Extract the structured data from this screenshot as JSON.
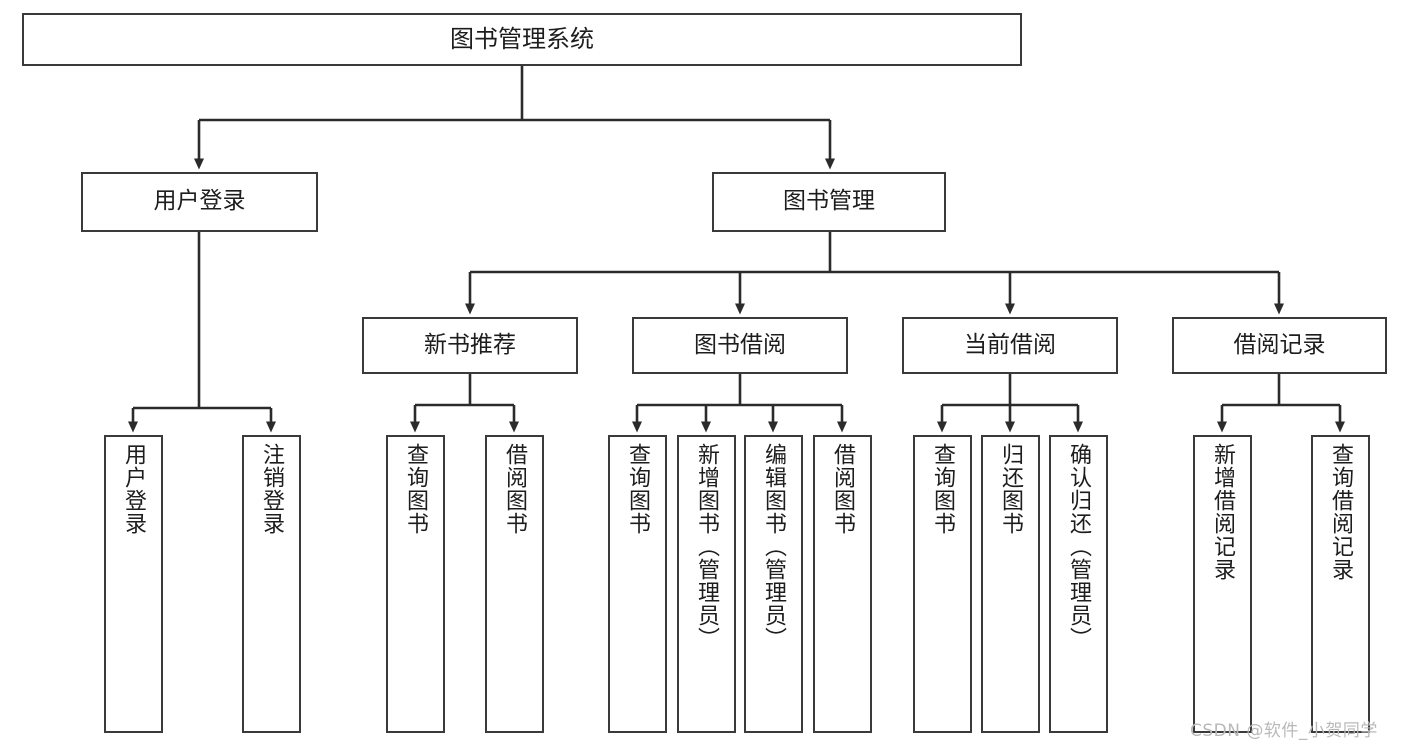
{
  "diagram": {
    "title": "图书管理系统",
    "type": "tree-hierarchy-chart",
    "root": {
      "label": "图书管理系统"
    },
    "level1": [
      {
        "label": "用户登录"
      },
      {
        "label": "图书管理"
      }
    ],
    "level2": [
      {
        "label": "新书推荐"
      },
      {
        "label": "图书借阅"
      },
      {
        "label": "当前借阅"
      },
      {
        "label": "借阅记录"
      }
    ],
    "leaves": [
      {
        "label": "用户登录",
        "parent": "用户登录"
      },
      {
        "label": "注销登录",
        "parent": "用户登录"
      },
      {
        "label": "查询图书",
        "parent": "新书推荐"
      },
      {
        "label": "借阅图书",
        "parent": "新书推荐"
      },
      {
        "label": "查询图书",
        "parent": "图书借阅"
      },
      {
        "label": "新增图书（管理员）",
        "parent": "图书借阅"
      },
      {
        "label": "编辑图书（管理员）",
        "parent": "图书借阅"
      },
      {
        "label": "借阅图书",
        "parent": "图书借阅"
      },
      {
        "label": "查询图书",
        "parent": "当前借阅"
      },
      {
        "label": "归还图书",
        "parent": "当前借阅"
      },
      {
        "label": "确认归还（管理员）",
        "parent": "当前借阅"
      },
      {
        "label": "新增借阅记录",
        "parent": "借阅记录"
      },
      {
        "label": "查询借阅记录",
        "parent": "借阅记录"
      }
    ]
  },
  "watermark": {
    "text": "CSDN @软件_小贺同学"
  },
  "colors": {
    "background": "#ffffff",
    "box_border": "#3a3a3a",
    "box_fill": "#ffffff",
    "text": "#1d1d1d",
    "connector": "#2b2b2b",
    "watermark": "#b9b9b9"
  }
}
